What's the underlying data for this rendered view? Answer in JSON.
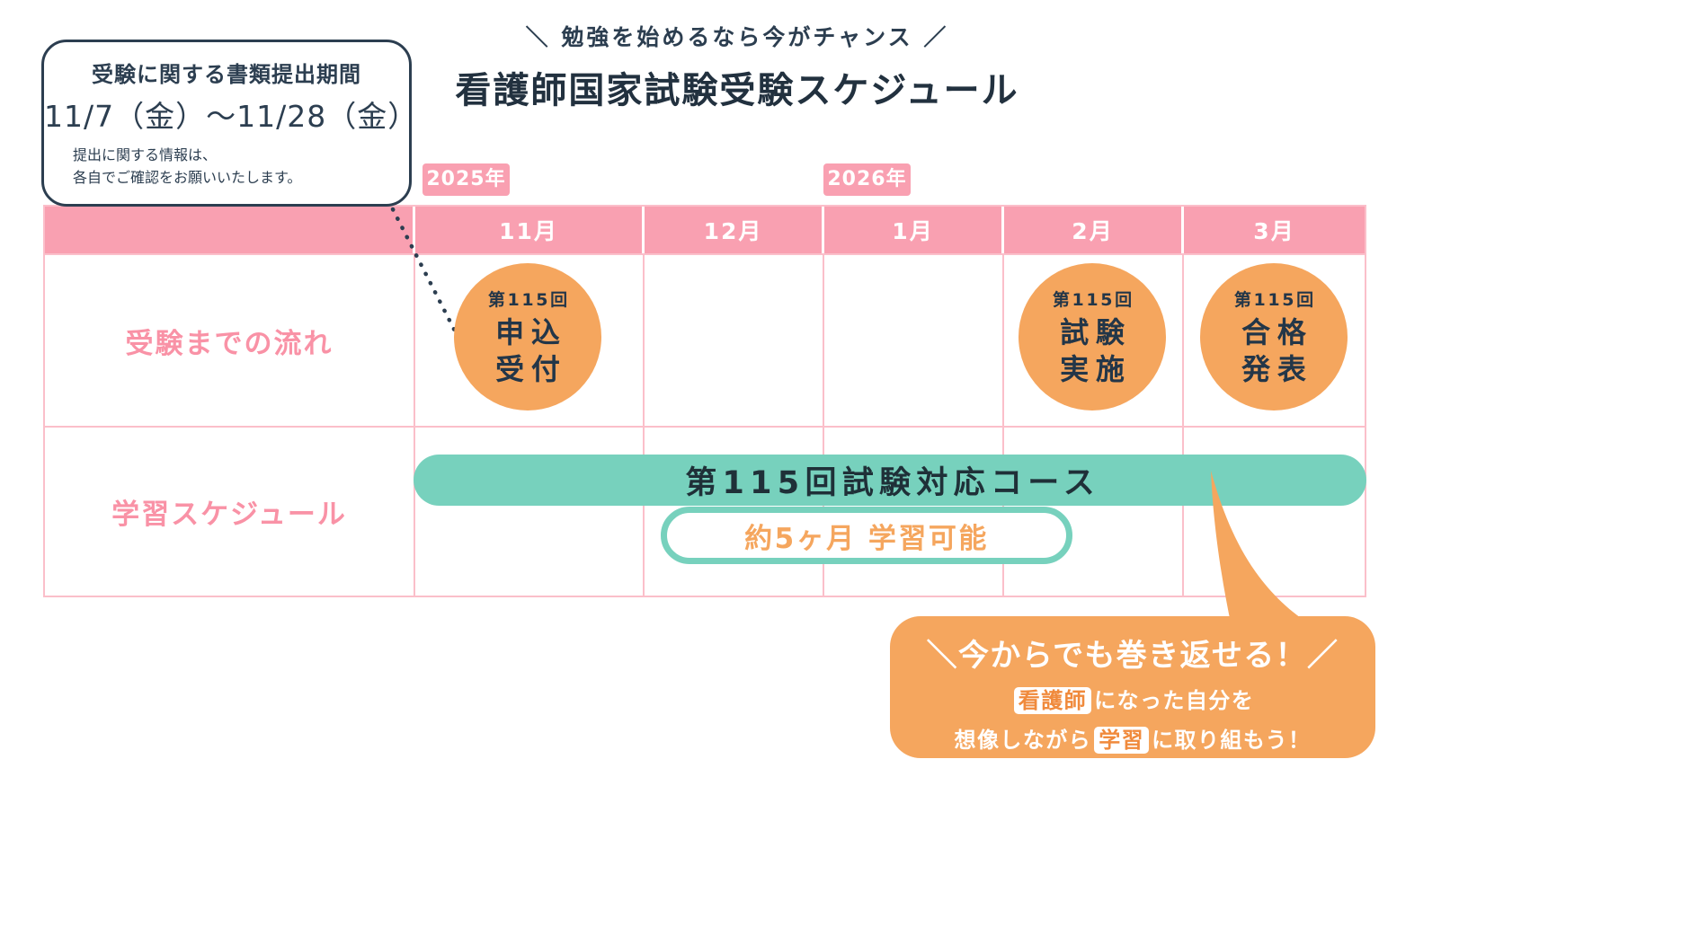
{
  "colors": {
    "pink_header": "#F9A0B1",
    "pink_border": "#FBBFCA",
    "pink_text": "#F992A6",
    "orange": "#F5A65E",
    "orange_highlight_text": "#F08A3C",
    "teal": "#77D1BD",
    "navy": "#2C3E50"
  },
  "header": {
    "tagline": "＼ 勉強を始めるなら今がチャンス ／",
    "title": "看護師国家試験受験スケジュール"
  },
  "callout": {
    "title": "受験に関する書類提出期間",
    "period": "11/7（金）〜11/28（金）",
    "note_line1": "提出に関する情報は、",
    "note_line2": "各自でご確認をお願いいたします。"
  },
  "years": [
    "2025年",
    "2026年"
  ],
  "table": {
    "months": [
      "11月",
      "12月",
      "1月",
      "2月",
      "3月"
    ],
    "rows": [
      {
        "label": "受験までの流れ"
      },
      {
        "label": "学習スケジュール"
      }
    ]
  },
  "events": [
    {
      "round": "第115回",
      "line1": "申込",
      "line2": "受付",
      "month": "11月"
    },
    {
      "round": "第115回",
      "line1": "試験",
      "line2": "実施",
      "month": "2月"
    },
    {
      "round": "第115回",
      "line1": "合格",
      "line2": "発表",
      "month": "3月"
    }
  ],
  "course": {
    "bar_label": "第115回試験対応コース",
    "pill_label": "約5ヶ月 学習可能"
  },
  "bubble": {
    "headline": "＼今からでも巻き返せる！／",
    "line2_highlight": "看護師",
    "line2_rest": "になった自分を",
    "line3_pre": "想像しながら",
    "line3_highlight": "学習",
    "line3_post": "に取り組もう！"
  }
}
